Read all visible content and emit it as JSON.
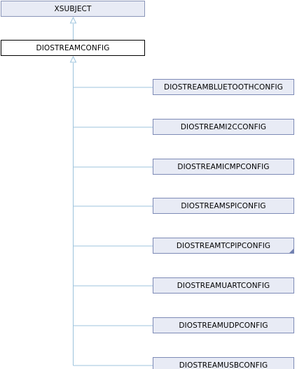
{
  "diagram": {
    "base_class": {
      "label": "XSUBJECT"
    },
    "main_class": {
      "label": "DIOSTREAMCONFIG"
    },
    "derived_classes": [
      {
        "label": "DIOSTREAMBLUETOOTHCONFIG",
        "has_more": false
      },
      {
        "label": "DIOSTREAMI2CCONFIG",
        "has_more": false
      },
      {
        "label": "DIOSTREAMICMPCONFIG",
        "has_more": false
      },
      {
        "label": "DIOSTREAMSPICONFIG",
        "has_more": false
      },
      {
        "label": "DIOSTREAMTCPIPCONFIG",
        "has_more": true
      },
      {
        "label": "DIOSTREAMUARTCONFIG",
        "has_more": false
      },
      {
        "label": "DIOSTREAMUDPCONFIG",
        "has_more": false
      },
      {
        "label": "DIOSTREAMUSBCONFIG",
        "has_more": false
      }
    ],
    "colors": {
      "edge": "#9cc3dc",
      "node_fill": "#e8ebf5",
      "node_border": "#7d8ab6",
      "main_fill": "#ffffff",
      "main_border": "#000000"
    }
  }
}
